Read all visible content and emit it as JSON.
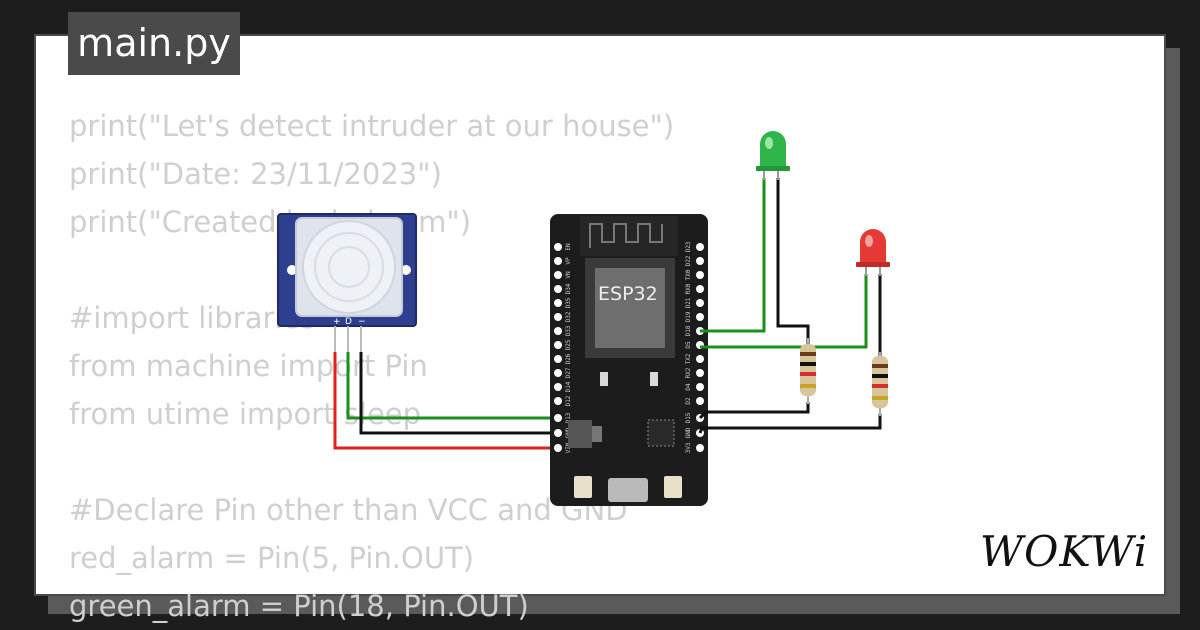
{
  "tab": {
    "filename": "main.py"
  },
  "code_lines": [
    "print(\"Let's detect intruder at our house\")",
    "print(\"Date: 23/11/2023\")",
    "print(\"Created by hakeem\")",
    "",
    "#import libraries",
    "from machine import Pin",
    "from utime import sleep",
    "",
    "#Declare Pin other than VCC and GND",
    "red_alarm = Pin(5, Pin.OUT)",
    "green_alarm = Pin(18, Pin.OUT)"
  ],
  "board": {
    "label": "ESP32",
    "left_pins": [
      "EN",
      "VP",
      "VN",
      "D34",
      "D35",
      "D32",
      "D33",
      "D25",
      "D26",
      "D27",
      "D14",
      "D12",
      "D13",
      "GND",
      "VIN"
    ],
    "right_pins": [
      "D23",
      "D22",
      "TX0",
      "RX0",
      "D21",
      "D19",
      "D18",
      "D5",
      "TX2",
      "RX2",
      "D4",
      "D2",
      "D15",
      "GND",
      "3V3"
    ]
  },
  "sensor": {
    "pin_labels": [
      "+",
      "D",
      "−"
    ]
  },
  "leds": [
    {
      "name": "green LED",
      "color": "#2fb54a"
    },
    {
      "name": "red LED",
      "color": "#e53935"
    }
  ],
  "wire_colors": {
    "signal": "#1a8f1a",
    "ground": "#111111",
    "power": "#e02020"
  },
  "brand": {
    "logo_text": "WOKWi"
  }
}
